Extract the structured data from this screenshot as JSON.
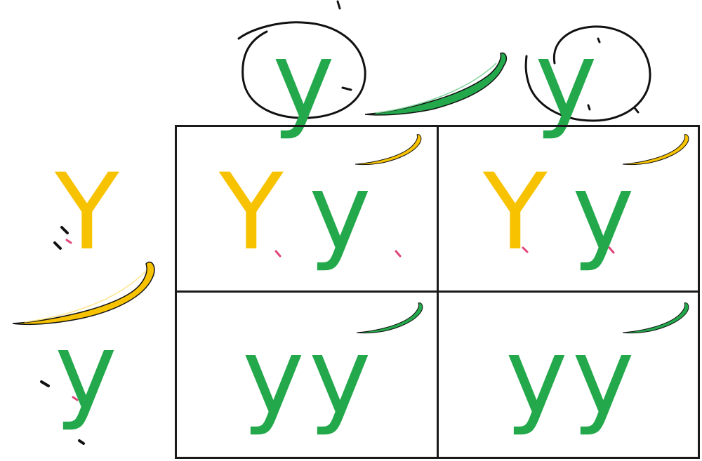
{
  "punnett": {
    "top_alleles": [
      "y",
      "y"
    ],
    "side_alleles": [
      "Y",
      "y"
    ],
    "cells": [
      {
        "first": "Y",
        "second": "y"
      },
      {
        "first": "Y",
        "second": "y"
      },
      {
        "first": "y",
        "second": "y"
      },
      {
        "first": "y",
        "second": "y"
      }
    ]
  },
  "colors": {
    "dominant_yellow": "#F7C200",
    "recessive_green": "#23A84B",
    "grid_line": "#1a1a1a",
    "ink": "#111111",
    "pink_mark": "#E0457B"
  },
  "icons": {
    "yellow_pod": "yellow-pea-pod-icon",
    "green_pod": "green-pea-pod-icon"
  }
}
